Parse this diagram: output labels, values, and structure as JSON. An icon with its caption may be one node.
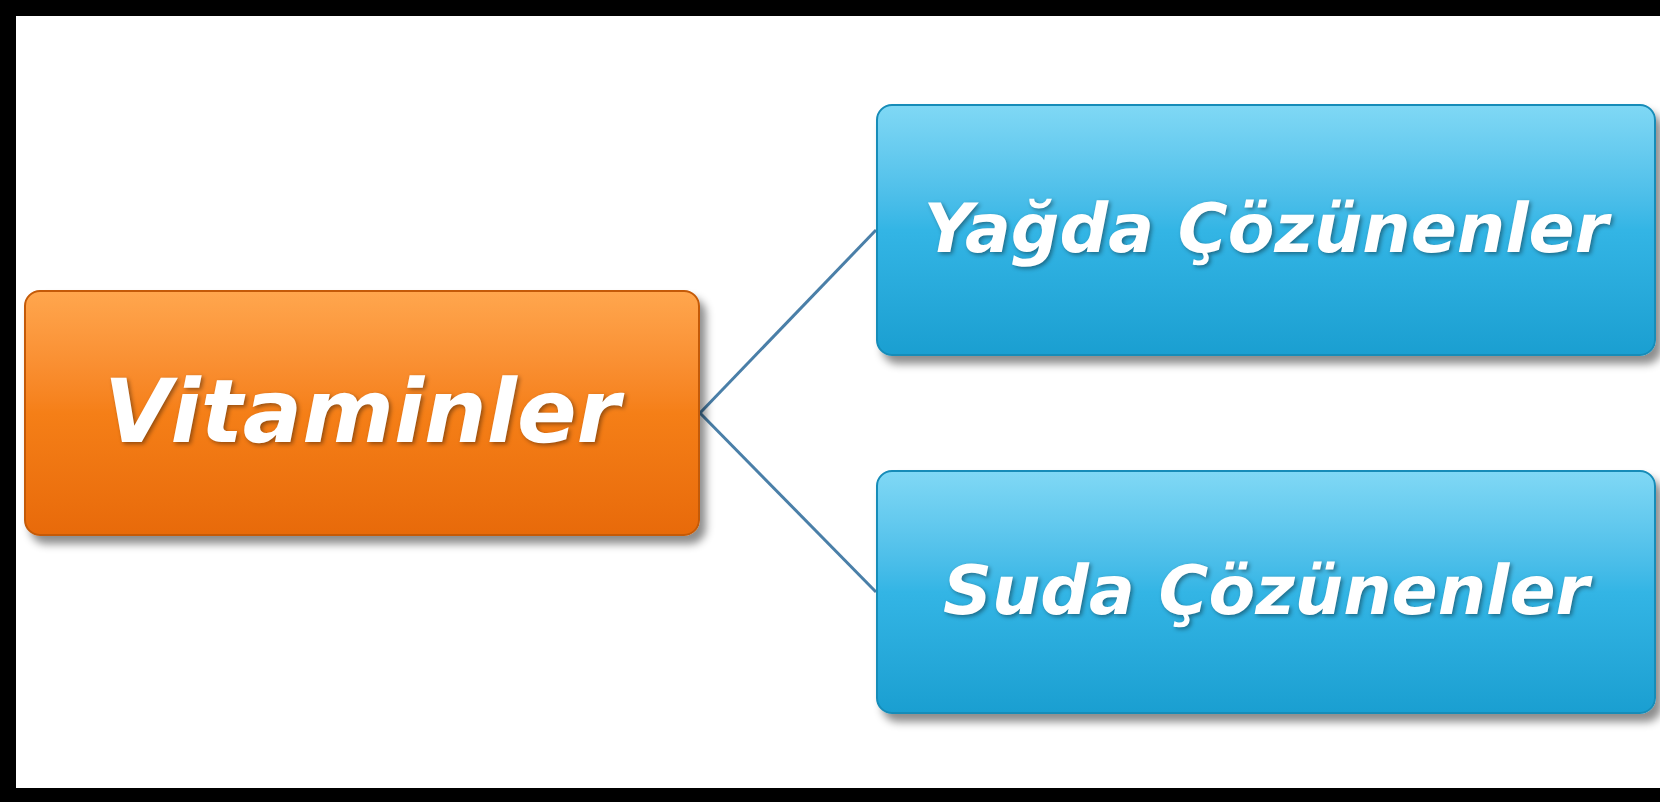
{
  "diagram": {
    "nodes": [
      {
        "text": [
          "Vitaminler"
        ]
      },
      {
        "text": [
          "Yağda Çözünenler"
        ]
      },
      {
        "text": [
          "Suda Çözünenler"
        ]
      }
    ],
    "edges": [
      {
        "from": 0,
        "to": 1,
        "arrow": "none"
      },
      {
        "from": 0,
        "to": 2,
        "arrow": "none"
      }
    ]
  }
}
